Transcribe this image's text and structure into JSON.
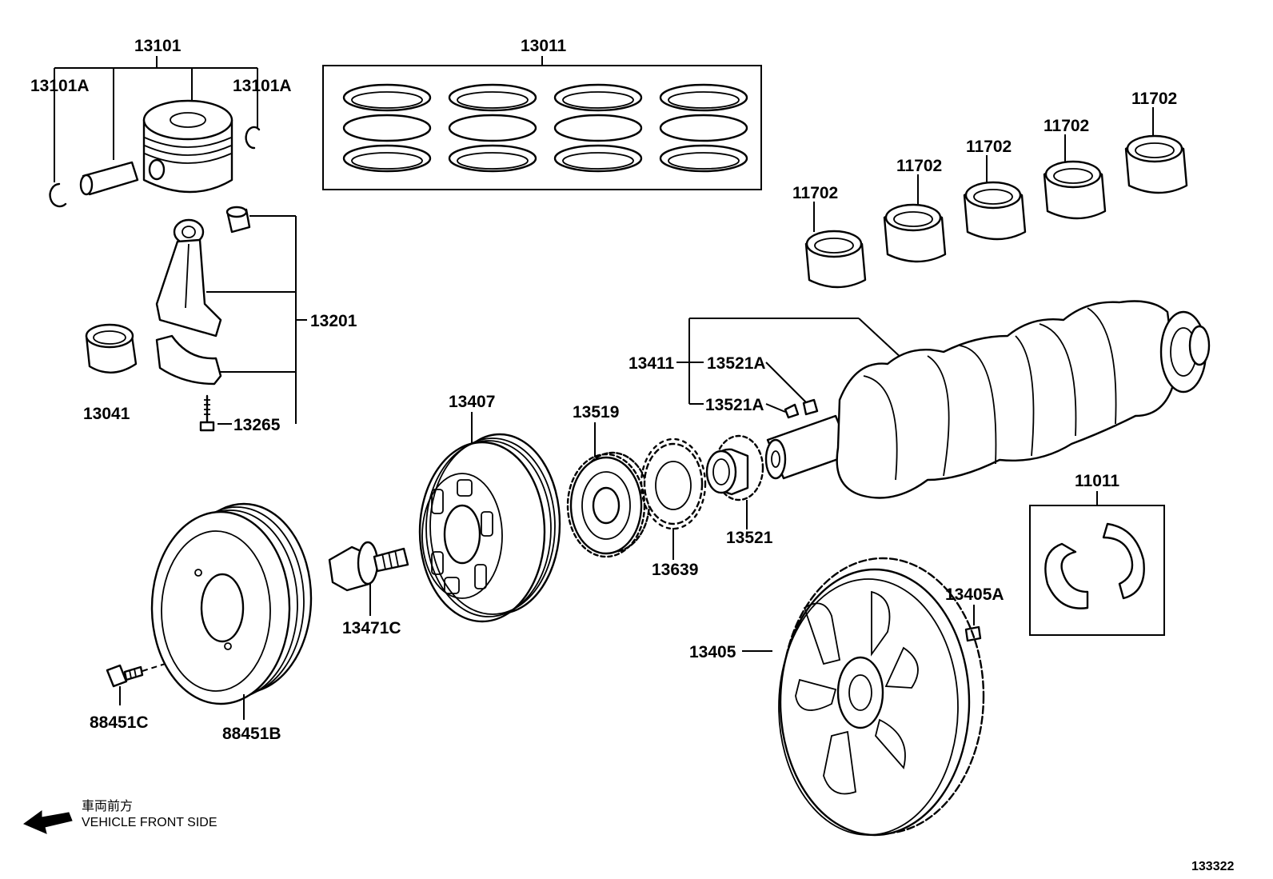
{
  "part_labels": {
    "p13101": "13101",
    "p13101A_left": "13101A",
    "p13101A_right": "13101A",
    "p13011": "13011",
    "p13201": "13201",
    "p13041": "13041",
    "p13265": "13265",
    "p11702_1": "11702",
    "p11702_2": "11702",
    "p11702_3": "11702",
    "p11702_4": "11702",
    "p11702_5": "11702",
    "p13411": "13411",
    "p13521A_top": "13521A",
    "p13521A_bottom": "13521A",
    "p13407": "13407",
    "p13519": "13519",
    "p13639": "13639",
    "p13521": "13521",
    "p11011": "11011",
    "p13471C": "13471C",
    "p13405A": "13405A",
    "p13405": "13405",
    "p88451C": "88451C",
    "p88451B": "88451B"
  },
  "direction_indicator": {
    "japanese": "車両前方",
    "english": "VEHICLE FRONT SIDE",
    "icon": "arrow-left-icon"
  },
  "figure_number": "133322"
}
